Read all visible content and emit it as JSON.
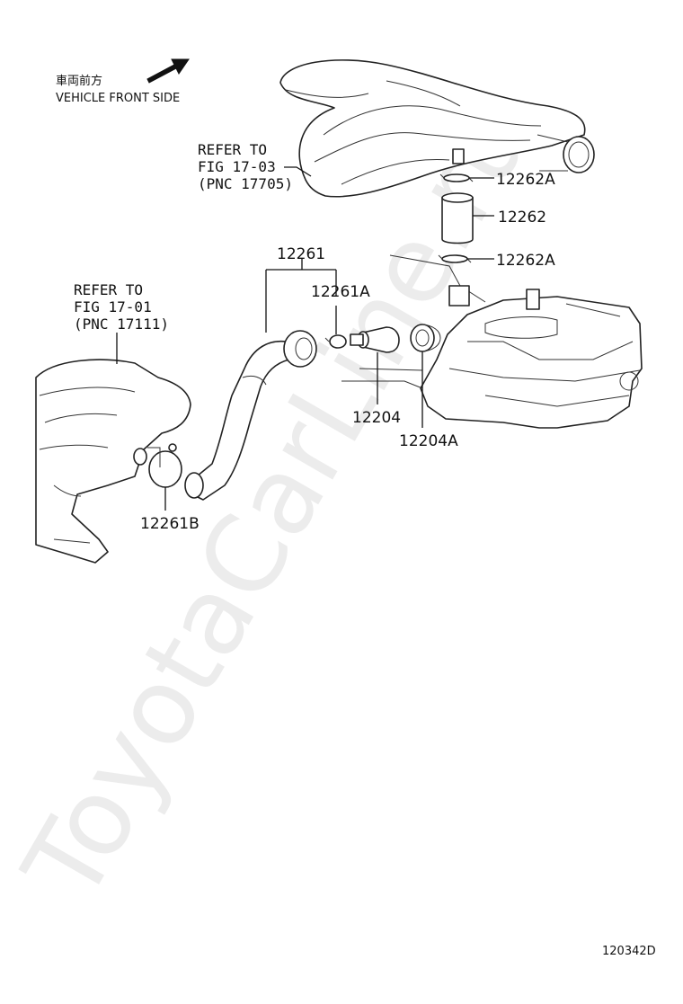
{
  "watermark": "ToyotaCarLine.ru",
  "orientation": {
    "jp_text": "車両前方",
    "en_text": "VEHICLE FRONT SIDE",
    "arrow_icon": "arrow-up-right-icon"
  },
  "refs": {
    "top": [
      "REFER TO",
      "FIG 17-03",
      "(PNC 17705)"
    ],
    "left": [
      "REFER TO",
      "FIG 17-01",
      "(PNC 17111)"
    ]
  },
  "parts": {
    "p12262A_top": "12262A",
    "p12262": "12262",
    "p12262A_bottom": "12262A",
    "p12261": "12261",
    "p12261A": "12261A",
    "p12204": "12204",
    "p12204A": "12204A",
    "p12261B": "12261B"
  },
  "illustration_id": "120342D",
  "colors": {
    "ink": "#111111",
    "watermark": "#ececec",
    "background": "#ffffff"
  }
}
